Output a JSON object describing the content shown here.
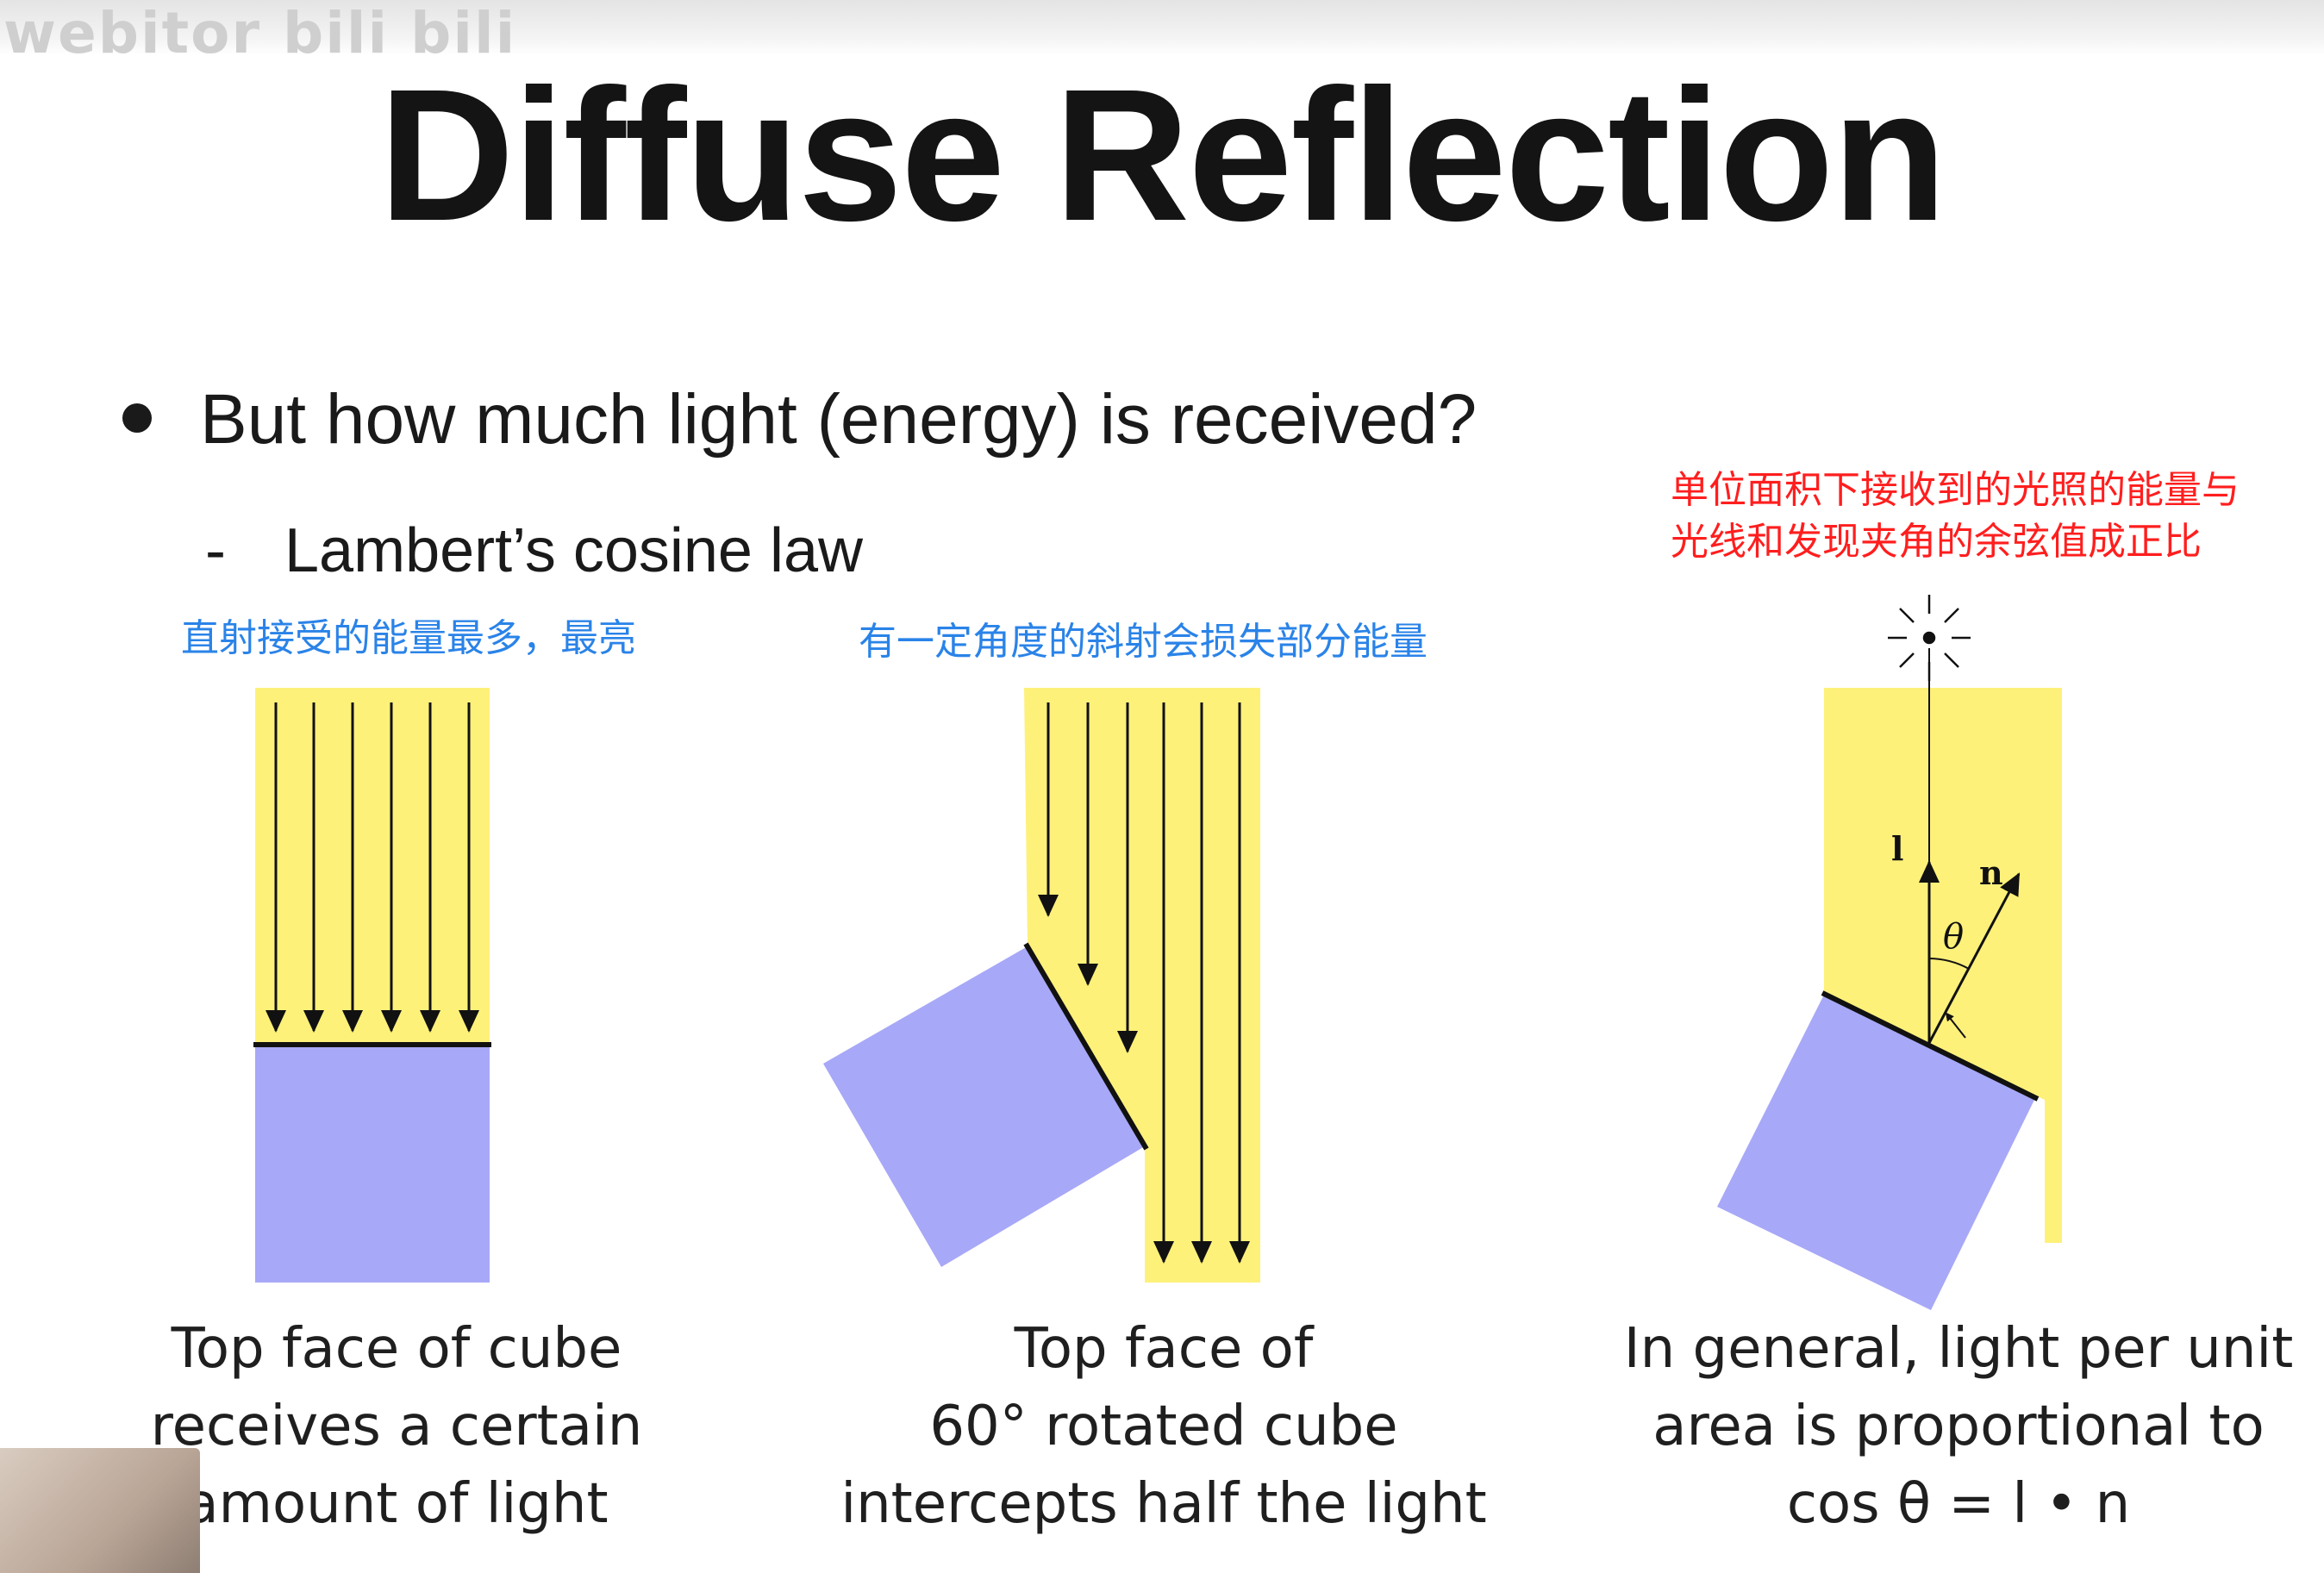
{
  "watermark": "webitor bili bili",
  "title": "Diffuse Reflection",
  "bullet": "But how much light (energy) is received?",
  "sub_dash": "-",
  "sub_bullet": "Lambert’s cosine law",
  "notes": {
    "left_blue": "直射接受的能量最多，最亮",
    "middle_blue": "有一定角度的斜射会损失部分能量",
    "right_red_line1": "单位面积下接收到的光照的能量与",
    "right_red_line2": "光线和发现夹角的余弦值成正比"
  },
  "figure_labels": {
    "l": "l",
    "n": "n",
    "theta": "θ"
  },
  "captions": {
    "left": [
      "Top face of cube",
      "receives a certain",
      "amount of light"
    ],
    "middle": [
      "Top face of",
      "60° rotated cube",
      "intercepts half the light"
    ],
    "right": [
      "In general, light per unit",
      "area is proportional to",
      "cos θ = l • n"
    ]
  },
  "colors": {
    "light_yellow": "#fef17a",
    "cube_blue": "#a8a8f8",
    "note_blue": "#2a83e8",
    "note_red": "#ff1e1e"
  }
}
